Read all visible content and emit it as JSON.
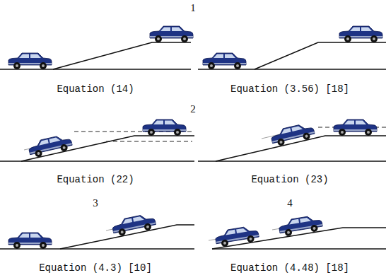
{
  "diagram": {
    "labels": [
      "1",
      "Equation (14)",
      "Equation (3.56) [18]",
      "2",
      "Equation (22)",
      "Equation (23)",
      "3",
      "4",
      "Equation (4.3) [10]",
      "Equation (4.48) [18]"
    ]
  }
}
